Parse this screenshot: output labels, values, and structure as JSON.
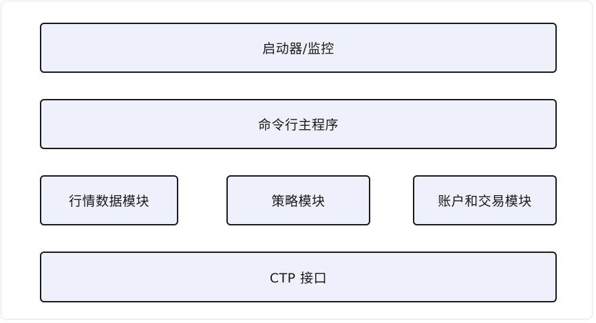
{
  "diagram": {
    "layers": [
      {
        "id": "launcher",
        "label": "启动器/监控"
      },
      {
        "id": "cli",
        "label": "命令行主程序"
      },
      {
        "id": "modules",
        "items": [
          {
            "id": "market",
            "label": "行情数据模块"
          },
          {
            "id": "strategy",
            "label": "策略模块"
          },
          {
            "id": "account",
            "label": "账户和交易模块"
          }
        ]
      },
      {
        "id": "ctp",
        "label": "CTP 接口"
      }
    ],
    "colors": {
      "box_fill": "#eef0fb",
      "box_border": "#1a1a1a",
      "frame_border": "#e6e6e6"
    }
  }
}
